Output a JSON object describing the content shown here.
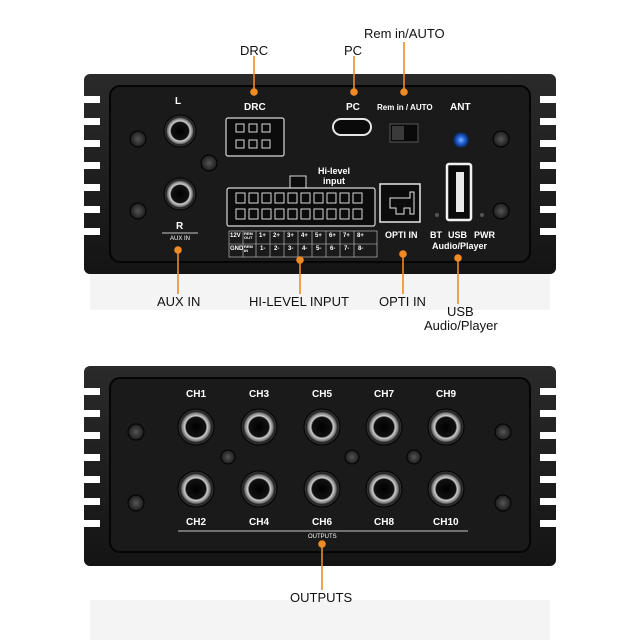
{
  "callouts": {
    "drc": "DRC",
    "pc": "PC",
    "rem_auto": "Rem in/AUTO",
    "aux_in": "AUX IN",
    "hi_level_input": "HI-LEVEL INPUT",
    "opti_in": "OPTI IN",
    "usb_line1": "USB",
    "usb_line2": "Audio/Player",
    "outputs": "OUTPUTS"
  },
  "input_panel": {
    "l": "L",
    "r": "R",
    "aux_in": "AUX IN",
    "drc": "DRC",
    "pc": "PC",
    "rem_auto": "Rem in / AUTO",
    "ant": "ANT",
    "hi_level_line1": "Hi-level",
    "hi_level_line2": "input",
    "opti_in": "OPTI IN",
    "bt": "BT",
    "usb": "USB",
    "pwr": "PWR",
    "audio_player": "Audio/Player",
    "pin_row1": [
      "12V",
      "REM OUT",
      "1+",
      "2+",
      "3+",
      "4+",
      "5+",
      "6+",
      "7+",
      "8+"
    ],
    "pin_row2": [
      "GND",
      "REM IN",
      "1-",
      "2-",
      "3-",
      "4-",
      "5-",
      "6-",
      "7-",
      "8-"
    ]
  },
  "output_panel": {
    "top_channels": [
      "CH1",
      "CH3",
      "CH5",
      "CH7",
      "CH9"
    ],
    "bottom_channels": [
      "CH2",
      "CH4",
      "CH6",
      "CH8",
      "CH10"
    ],
    "outputs_label": "OUTPUTS"
  },
  "colors": {
    "callout_line": "#f08a24",
    "housing": "#1e1e1e",
    "panel": "#141414",
    "led_blue": "#1f5fd6"
  },
  "icons": [
    "screw-icon",
    "rca-jack-icon",
    "usb-c-port-icon",
    "usb-a-port-icon",
    "optical-port-icon"
  ]
}
